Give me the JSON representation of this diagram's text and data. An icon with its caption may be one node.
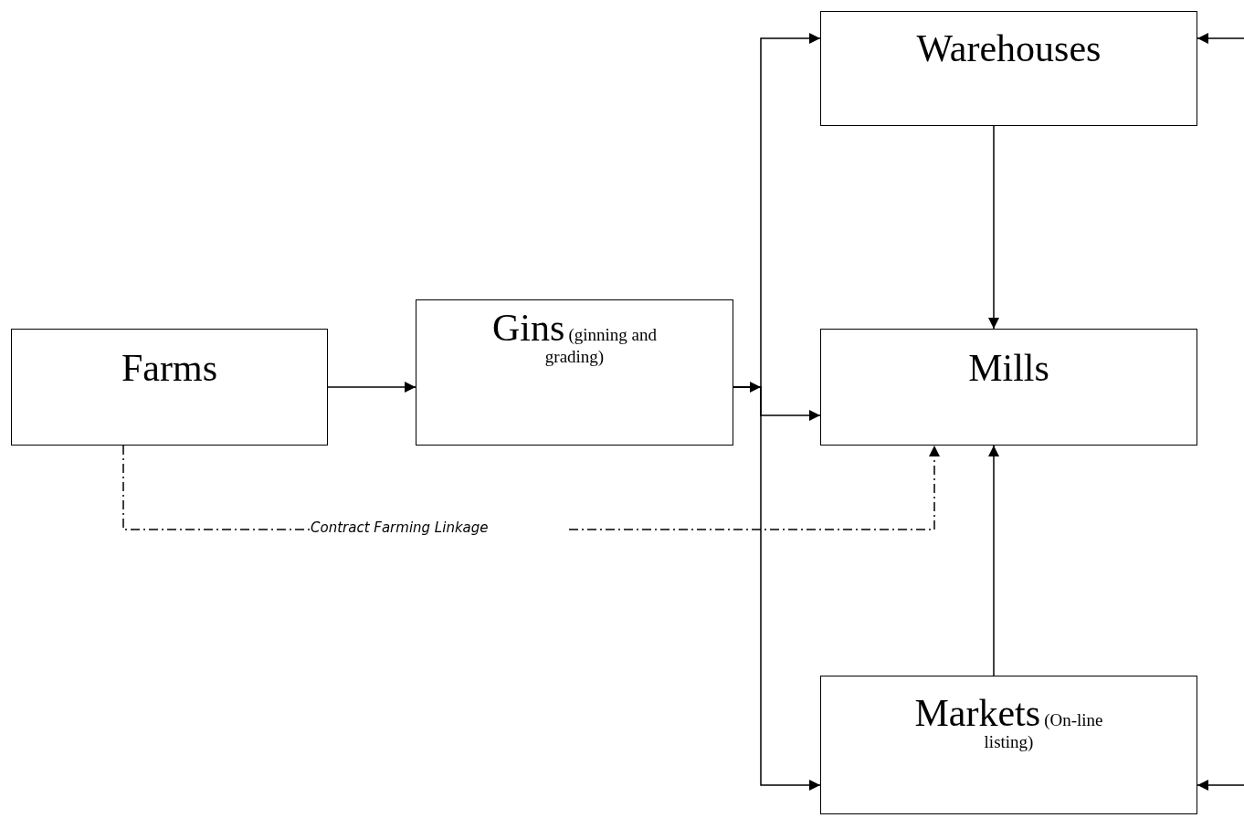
{
  "diagram": {
    "nodes": [
      {
        "text": [
          "Farms"
        ]
      },
      {
        "text": [
          "Gins",
          "(ginning and grading)"
        ]
      },
      {
        "text": [
          "Warehouses"
        ]
      },
      {
        "text": [
          "Mills"
        ]
      },
      {
        "text": [
          "Markets",
          "(On-line listing)"
        ]
      }
    ],
    "edges": [
      {
        "from": 0,
        "to": 1,
        "arrow": "to"
      },
      {
        "from": 1,
        "to": 2,
        "arrow": "to"
      },
      {
        "from": 1,
        "to": 3,
        "arrow": "to"
      },
      {
        "from": 1,
        "to": 4,
        "arrow": "to"
      },
      {
        "from": 2,
        "to": 3,
        "arrow": "to"
      },
      {
        "from": 4,
        "to": 3,
        "arrow": "to"
      },
      {
        "from": 0,
        "to": 3,
        "arrow": "to",
        "style": "dashed",
        "label": "Contract Farming Linkage"
      },
      {
        "from": null,
        "to": 2,
        "arrow": "to"
      },
      {
        "from": null,
        "to": 4,
        "arrow": "to"
      }
    ]
  }
}
